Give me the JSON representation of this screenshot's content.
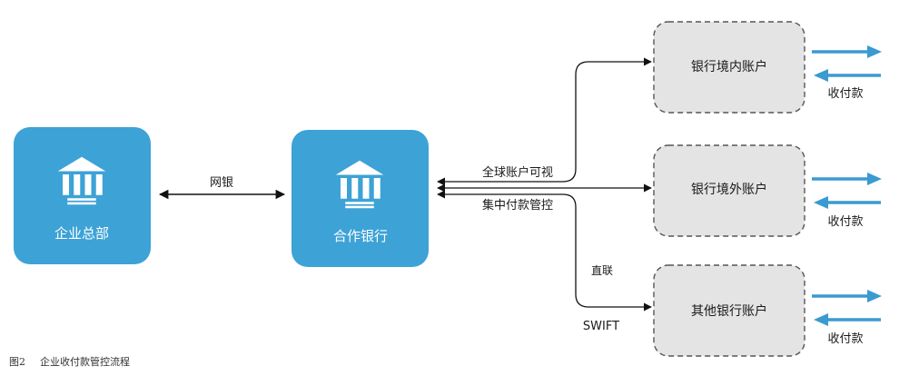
{
  "colors": {
    "bank_box": "#3da2d6",
    "account_box_fill": "#e4e4e4",
    "account_box_border": "#555555",
    "flow_arrow": "#3b9ad0",
    "line": "#111111"
  },
  "nodes": {
    "hq": {
      "label": "企业总部",
      "icon": "bank-building-icon"
    },
    "bank": {
      "label": "合作银行",
      "icon": "bank-building-icon"
    },
    "domestic": {
      "label": "银行境内账户"
    },
    "overseas": {
      "label": "银行境外账户"
    },
    "other": {
      "label": "其他银行账户"
    }
  },
  "edges": {
    "online_banking": "网银",
    "global_visibility": "全球账户可视",
    "centralized_control": "集中付款管控",
    "direct_link": "直联",
    "swift": "SWIFT"
  },
  "flows": {
    "domestic": "收付款",
    "overseas": "收付款",
    "other": "收付款"
  },
  "caption": {
    "number": "图2",
    "text": "企业收付款管控流程"
  }
}
